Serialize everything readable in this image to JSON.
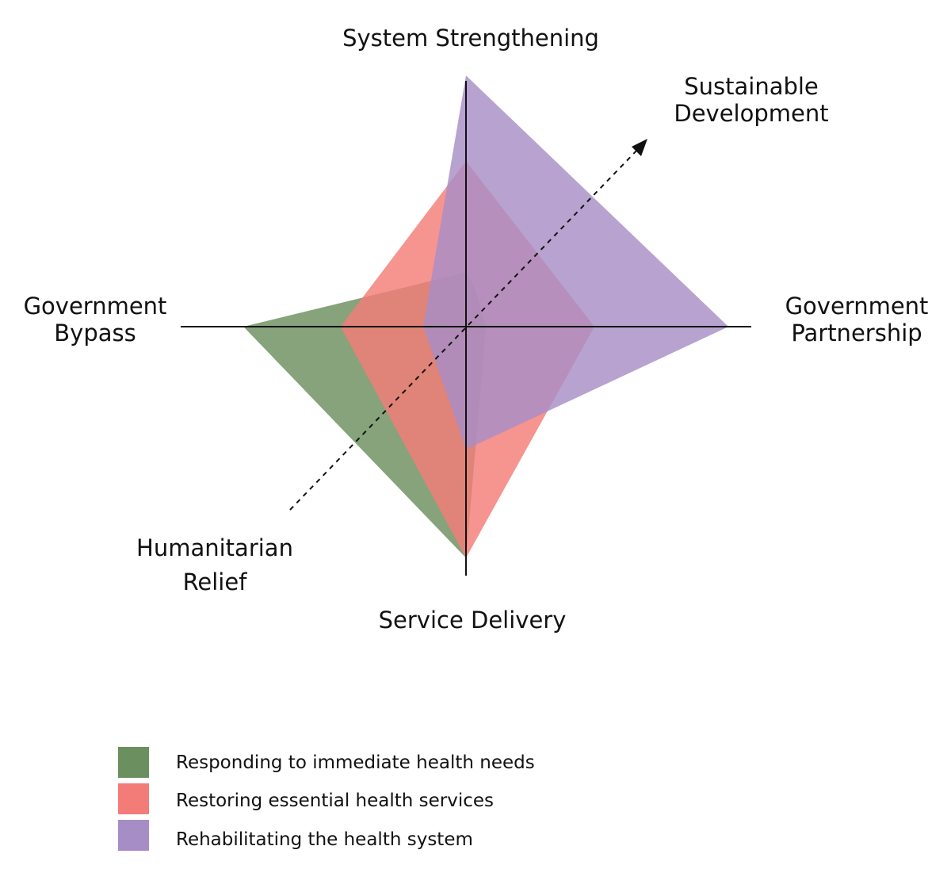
{
  "axes": {
    "top": "System Strengthening",
    "bottom": "Service Delivery",
    "left": [
      "Government",
      "Bypass"
    ],
    "right": [
      "Government",
      "Partnership"
    ],
    "diagonal_upper": [
      "Sustainable",
      "Development"
    ],
    "diagonal_lower": [
      "Humanitarian",
      "Relief"
    ]
  },
  "chart_data": {
    "type": "radar",
    "axis_order": [
      "System Strengthening",
      "Government Partnership",
      "Service Delivery",
      "Government Bypass"
    ],
    "scale": [
      0,
      1
    ],
    "series": [
      {
        "name": "Responding to immediate health needs",
        "color": "#6b8f5e",
        "values": {
          "System Strengthening": 0.19,
          "Government Partnership": 0.07,
          "Service Delivery": 0.81,
          "Government Bypass": 0.78
        },
        "extra_vertices": [
          {
            "between": [
              "System Strengthening",
              "Government Partnership"
            ],
            "dx": 0.03,
            "dy": 0.14
          }
        ]
      },
      {
        "name": "Restoring essential health services",
        "color": "#f47c78",
        "values": {
          "System Strengthening": 0.58,
          "Government Partnership": 0.45,
          "Service Delivery": 0.81,
          "Government Bypass": 0.44
        }
      },
      {
        "name": "Rehabilitating the health system",
        "color": "#a78dc6",
        "values": {
          "System Strengthening": 0.88,
          "Government Partnership": 0.92,
          "Service Delivery": 0.43,
          "Government Bypass": 0.15
        }
      }
    ]
  },
  "legend": [
    {
      "label": "Responding to immediate health needs",
      "color": "#6b8f5e"
    },
    {
      "label": "Restoring essential health services",
      "color": "#f47c78"
    },
    {
      "label": "Rehabilitating the health system",
      "color": "#a78dc6"
    }
  ]
}
